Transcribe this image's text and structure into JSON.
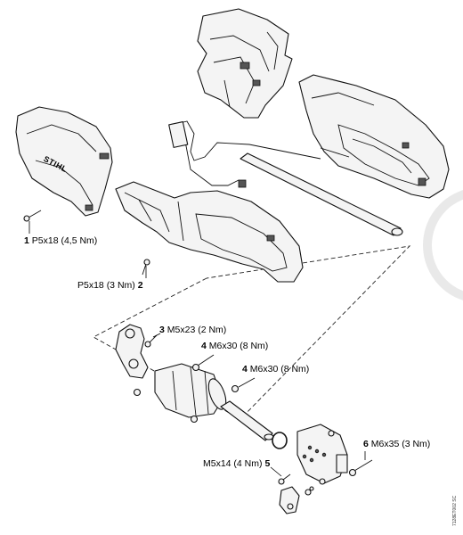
{
  "labels": [
    {
      "num": "1",
      "text": "P5x18 (4,5 Nm)"
    },
    {
      "num": "2",
      "text": "P5x18 (3 Nm)"
    },
    {
      "num": "3",
      "text": "M5x23 (2 Nm)"
    },
    {
      "num": "4",
      "text": "M6x30 (8 Nm)"
    },
    {
      "num": "4",
      "text": "M6x30 (8 Nm)"
    },
    {
      "num": "5",
      "text": "M5x14 (4 Nm)"
    },
    {
      "num": "6",
      "text": "M6x35 (3 Nm)"
    }
  ],
  "brand_logo": "STIHL",
  "figure_code": "7128ET002 SC"
}
